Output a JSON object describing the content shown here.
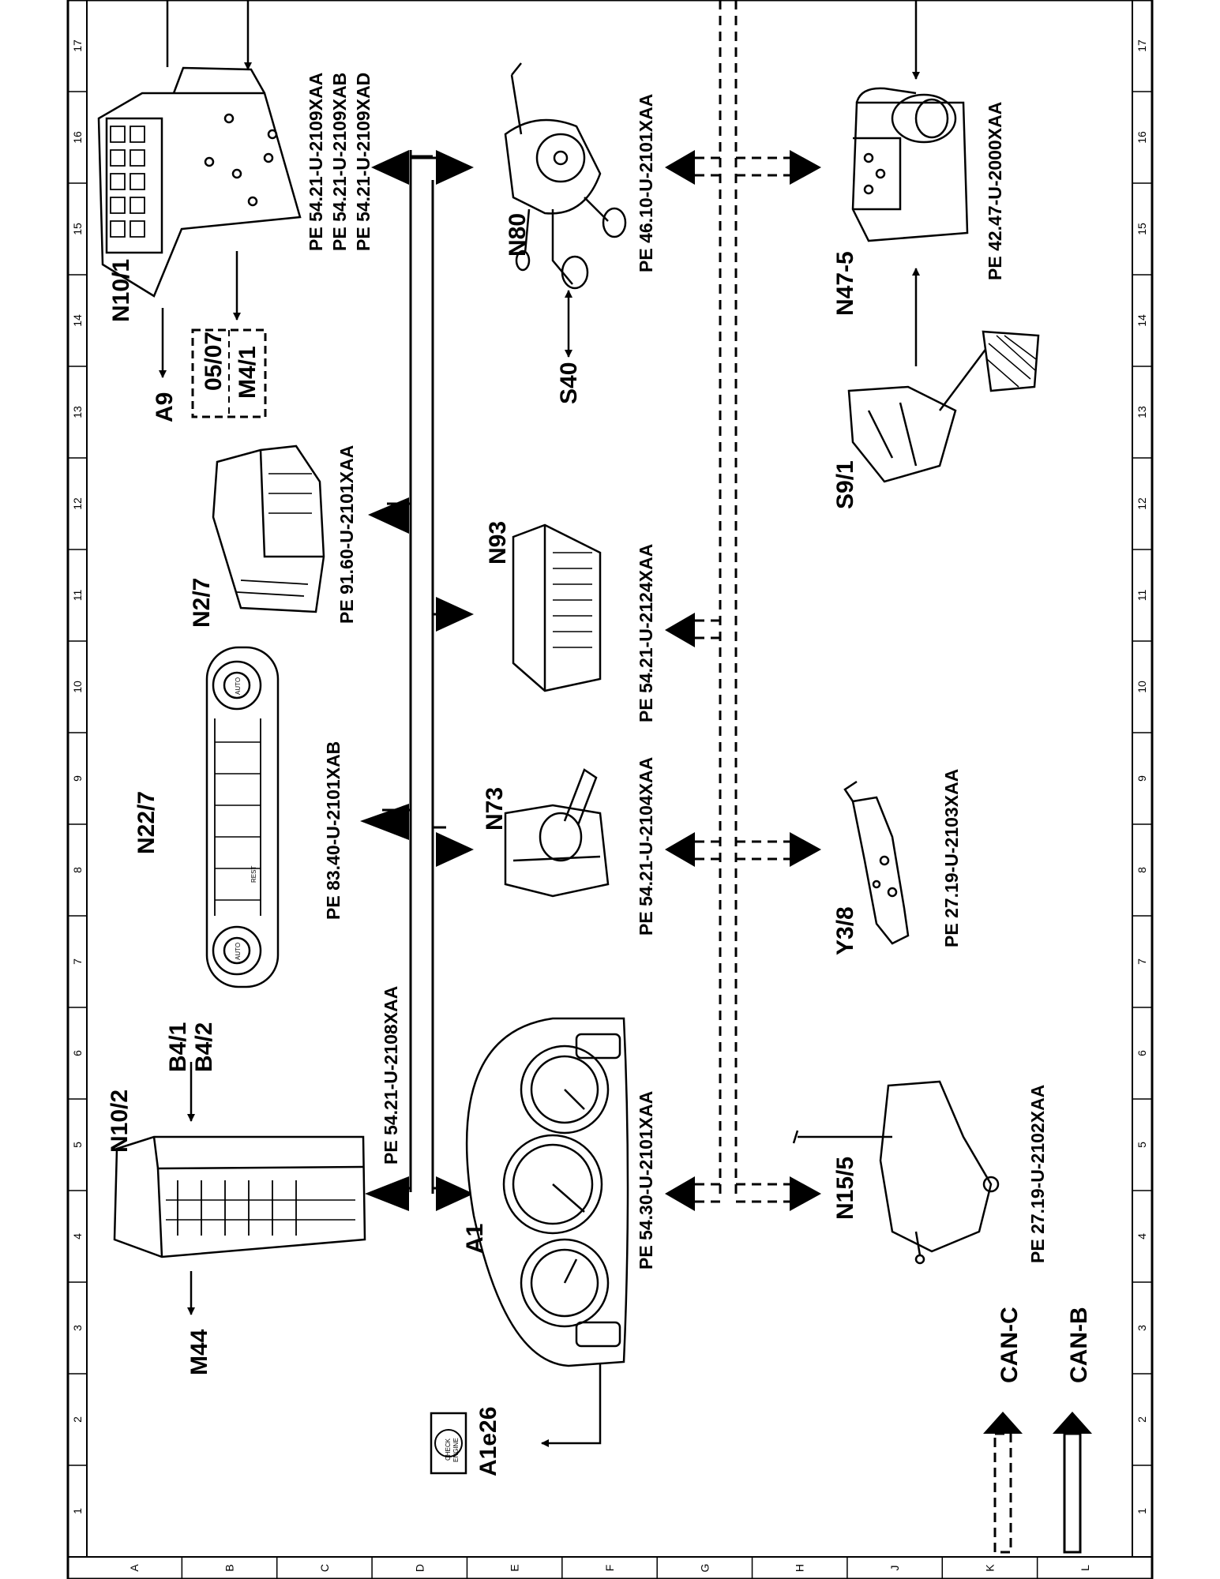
{
  "colors": {
    "ink": "#000000",
    "paper": "#ffffff"
  },
  "grid": {
    "top_numbers": [
      "17",
      "16",
      "15",
      "14",
      "13",
      "12",
      "11",
      "10",
      "9",
      "8",
      "7",
      "6",
      "5",
      "4",
      "3",
      "2",
      "1"
    ],
    "letters": [
      "A",
      "B",
      "C",
      "D",
      "E",
      "F",
      "G",
      "H",
      "J",
      "K",
      "L"
    ]
  },
  "components": [
    {
      "id": "N10/1",
      "refs": [
        "PE 54.21-U-2109XAA",
        "PE 54.21-U-2109XAB",
        "PE 54.21-U-2109XAD"
      ]
    },
    {
      "id": "N80",
      "refs": [
        "PE 46.10-U-2101XAA"
      ]
    },
    {
      "id": "N47-5",
      "refs": [
        "PE 42.47-U-2000XAA"
      ]
    },
    {
      "id": "N2/7",
      "refs": [
        "PE 91.60-U-2101XAA"
      ]
    },
    {
      "id": "N93",
      "refs": [
        "PE 54.21-U-2124XAA"
      ]
    },
    {
      "id": "N22/7",
      "refs": [
        "PE 83.40-U-2101XAB"
      ]
    },
    {
      "id": "N73",
      "refs": [
        "PE 54.21-U-2104XAA"
      ]
    },
    {
      "id": "Y3/8",
      "refs": [
        "PE 27.19-U-2103XAA"
      ]
    },
    {
      "id": "N10/2",
      "refs": [
        "PE 54.21-U-2108XAA"
      ]
    },
    {
      "id": "A1",
      "refs": [
        "PE 54.30-U-2101XAA"
      ]
    },
    {
      "id": "N15/5",
      "refs": [
        "PE 27.19-U-2102XAA"
      ]
    }
  ],
  "labels": {
    "a9": "A9",
    "m4_1": "M4/1",
    "ref_05_07": "05/07",
    "s40": "S40",
    "s9_1": "S9/1",
    "b4_1": "B4/1",
    "b4_2": "B4/2",
    "m44": "M44",
    "a1e26": "A1e26",
    "check": "CHECK",
    "engine": "ENGINE"
  },
  "legend": {
    "can_c": "CAN-C",
    "can_b": "CAN-B"
  },
  "panel_text": {
    "auto": "AUTO",
    "rest": "REST"
  }
}
